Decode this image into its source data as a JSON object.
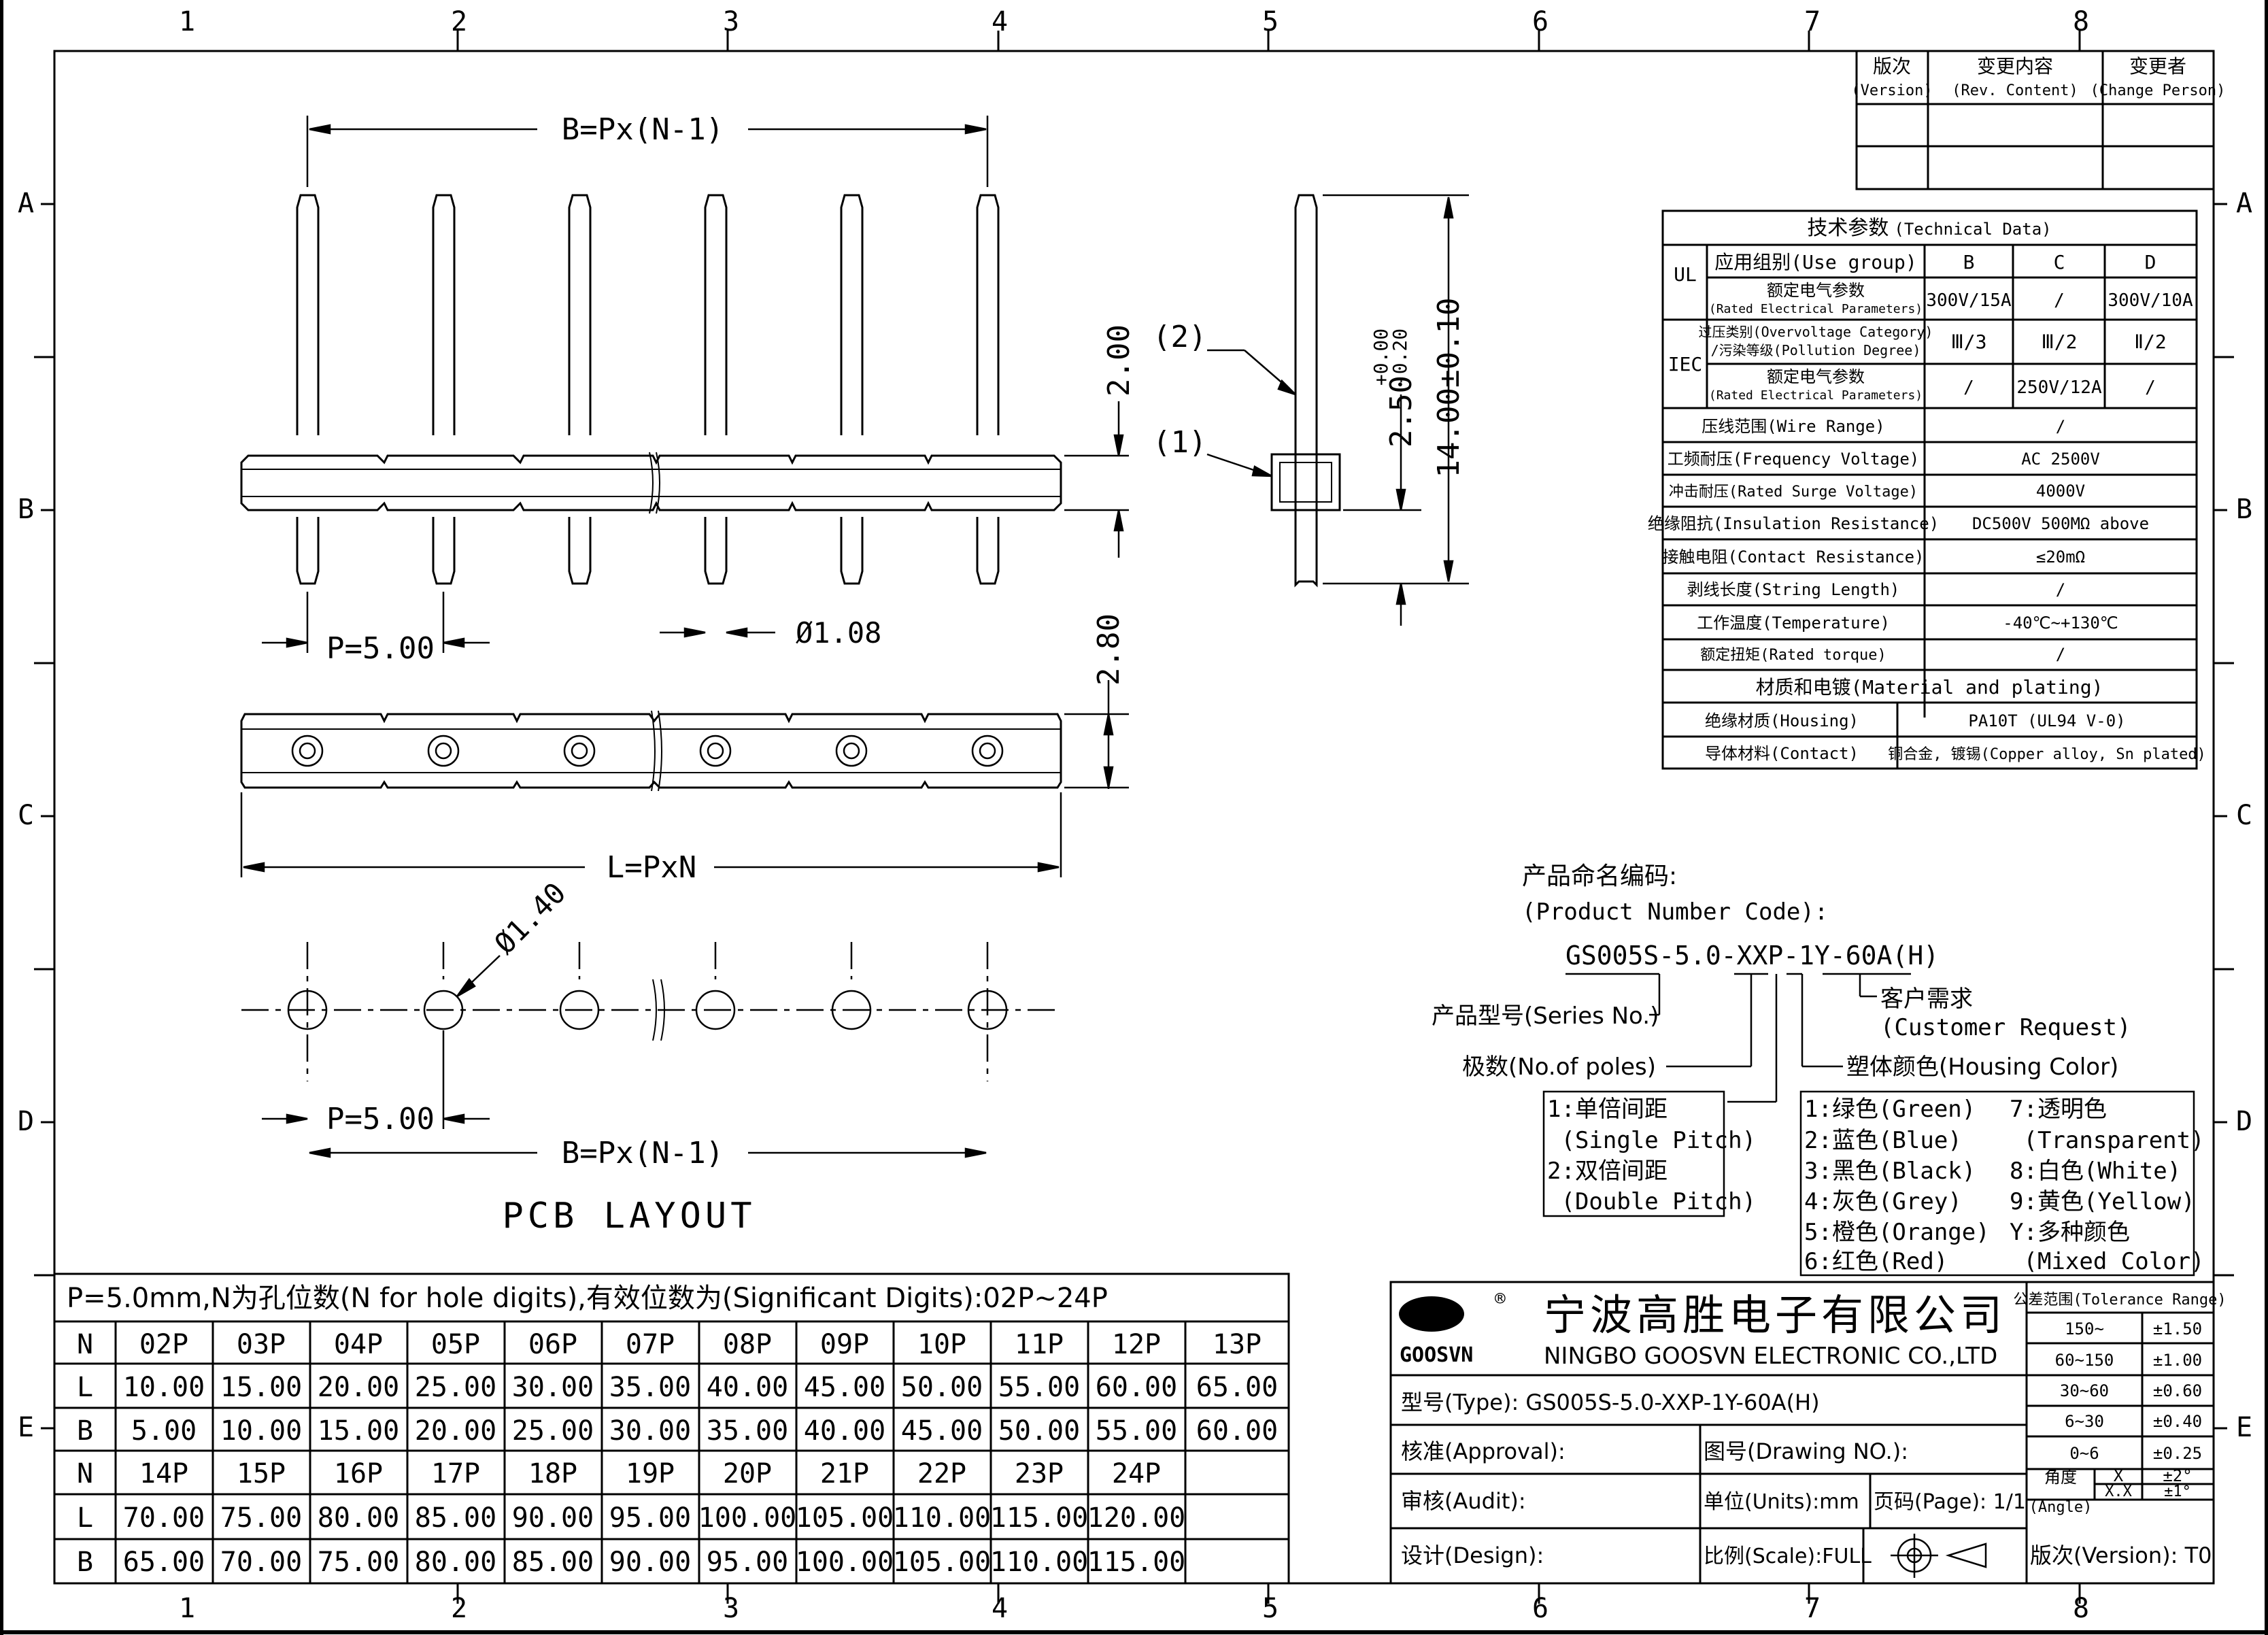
{
  "border": {
    "cols": [
      "1",
      "2",
      "3",
      "4",
      "5",
      "6",
      "7",
      "8"
    ],
    "rows": [
      "A",
      "B",
      "C",
      "D",
      "E"
    ]
  },
  "revision": {
    "version": "版次",
    "version_en": "(Version)",
    "content": "变更内容",
    "content_en": "(Rev. Content)",
    "person": "变更者",
    "person_en": "(Change Person)"
  },
  "drawing": {
    "b_formula": "B=Px(N-1)",
    "l_formula": "L=PxN",
    "pitch": "P=5.00",
    "pin_dia": "Ø1.08",
    "hole_dia": "Ø1.40",
    "dim_2_00": "2.00",
    "dim_2_80": "2.80",
    "dim_2_50": "2.50",
    "dim_2_50_tol_up": "+0.00",
    "dim_2_50_tol_dn": "-0.20",
    "dim_14_00": "14.00±0.10",
    "callout_1": "(1)",
    "callout_2": "(2)",
    "pcb_layout": "PCB LAYOUT"
  },
  "tech": {
    "title": "技术参数",
    "title_en": "(Technical Data)",
    "ul": "UL",
    "iec": "IEC",
    "use_group": "应用组别(Use group)",
    "b": "B",
    "c": "C",
    "d": "D",
    "rated_cn": "额定电气参数",
    "rated_en": "(Rated Electrical Parameters)",
    "ul_b": "300V/15A",
    "ul_c": "/",
    "ul_d": "300V/10A",
    "overvoltage": "过压类别(Overvoltage Category)",
    "pollution": "/污染等级(Pollution Degree)",
    "ov_b": "Ⅲ/3",
    "ov_c": "Ⅲ/2",
    "ov_d": "Ⅱ/2",
    "iec_b": "/",
    "iec_c": "250V/12A",
    "iec_d": "/",
    "rows": [
      {
        "label": "压线范围(Wire Range)",
        "value": "/"
      },
      {
        "label": "工频耐压(Frequency Voltage)",
        "value": "AC 2500V"
      },
      {
        "label": "冲击耐压(Rated Surge Voltage)",
        "value": "4000V"
      },
      {
        "label": "绝缘阻抗(Insulation Resistance)",
        "value": "DC500V 500MΩ above"
      },
      {
        "label": "接触电阻(Contact Resistance)",
        "value": "≤20mΩ"
      },
      {
        "label": "剥线长度(String Length)",
        "value": "/"
      },
      {
        "label": "工作温度(Temperature)",
        "value": "-40℃~+130℃"
      },
      {
        "label": "额定扭矩(Rated torque)",
        "value": "/"
      }
    ],
    "material_title": "材质和电镀(Material and plating)",
    "housing_label": "绝缘材质(Housing)",
    "housing_value": "PA10T (UL94 V-0)",
    "contact_label": "导体材料(Contact)",
    "contact_value": "铜合金, 镀锡(Copper alloy, Sn plated)"
  },
  "product_code": {
    "title_cn": "产品命名编码:",
    "title_en": "(Product Number Code):",
    "code": "GS005S-5.0-XXP-1Y-60A(H)",
    "series": "产品型号(Series No.)",
    "poles": "极数(No.of poles)",
    "customer": "客户需求",
    "customer_en": "(Customer Request)",
    "housing_color": "塑体颜色(Housing Color)",
    "pitch_opts": [
      "1:单倍间距",
      " (Single Pitch)",
      "2:双倍间距",
      " (Double Pitch)"
    ],
    "colors_left": [
      "1:绿色(Green)",
      "2:蓝色(Blue)",
      "3:黑色(Black)",
      "4:灰色(Grey)",
      "5:橙色(Orange)",
      "6:红色(Red)"
    ],
    "colors_right": [
      "7:透明色",
      " (Transparent)",
      "8:白色(White)",
      "9:黄色(Yellow)",
      "Y:多种颜色",
      " (Mixed Color)"
    ]
  },
  "size_table": {
    "title": "P=5.0mm,N为孔位数(N for hole digits),有效位数为(Significant Digits):02P~24P",
    "rows": [
      [
        "N",
        "02P",
        "03P",
        "04P",
        "05P",
        "06P",
        "07P",
        "08P",
        "09P",
        "10P",
        "11P",
        "12P",
        "13P"
      ],
      [
        "L",
        "10.00",
        "15.00",
        "20.00",
        "25.00",
        "30.00",
        "35.00",
        "40.00",
        "45.00",
        "50.00",
        "55.00",
        "60.00",
        "65.00"
      ],
      [
        "B",
        "5.00",
        "10.00",
        "15.00",
        "20.00",
        "25.00",
        "30.00",
        "35.00",
        "40.00",
        "45.00",
        "50.00",
        "55.00",
        "60.00"
      ],
      [
        "N",
        "14P",
        "15P",
        "16P",
        "17P",
        "18P",
        "19P",
        "20P",
        "21P",
        "22P",
        "23P",
        "24P",
        ""
      ],
      [
        "L",
        "70.00",
        "75.00",
        "80.00",
        "85.00",
        "90.00",
        "95.00",
        "100.00",
        "105.00",
        "110.00",
        "115.00",
        "120.00",
        ""
      ],
      [
        "B",
        "65.00",
        "70.00",
        "75.00",
        "80.00",
        "85.00",
        "90.00",
        "95.00",
        "100.00",
        "105.00",
        "110.00",
        "115.00",
        ""
      ]
    ]
  },
  "title_block": {
    "logo": "GOOSVN",
    "registered": "®",
    "company_cn": "宁波高胜电子有限公司",
    "company_en": "NINGBO GOOSVN ELECTRONIC CO.,LTD",
    "type": "型号(Type): GS005S-5.0-XXP-1Y-60A(H)",
    "approval": "核准(Approval):",
    "drawing_no": "图号(Drawing NO.):",
    "audit": "审核(Audit):",
    "units": "单位(Units):mm",
    "page": "页码(Page): 1/1",
    "design": "设计(Design):",
    "scale": "比例(Scale):FULL",
    "version": "版次(Version): T0"
  },
  "tolerance": {
    "title": "公差范围(Tolerance Range)",
    "rows": [
      [
        "150~",
        "±1.50"
      ],
      [
        "60~150",
        "±1.00"
      ],
      [
        "30~60",
        "±0.60"
      ],
      [
        "6~30",
        "±0.40"
      ],
      [
        "0~6",
        "±0.25"
      ]
    ],
    "angle": "角度",
    "angle_en": "(Angle)",
    "angle_rows": [
      [
        "X",
        "±2°"
      ],
      [
        "X.X",
        "±1°"
      ]
    ]
  },
  "colors": {
    "line": "#000000",
    "background": "#ffffff"
  }
}
